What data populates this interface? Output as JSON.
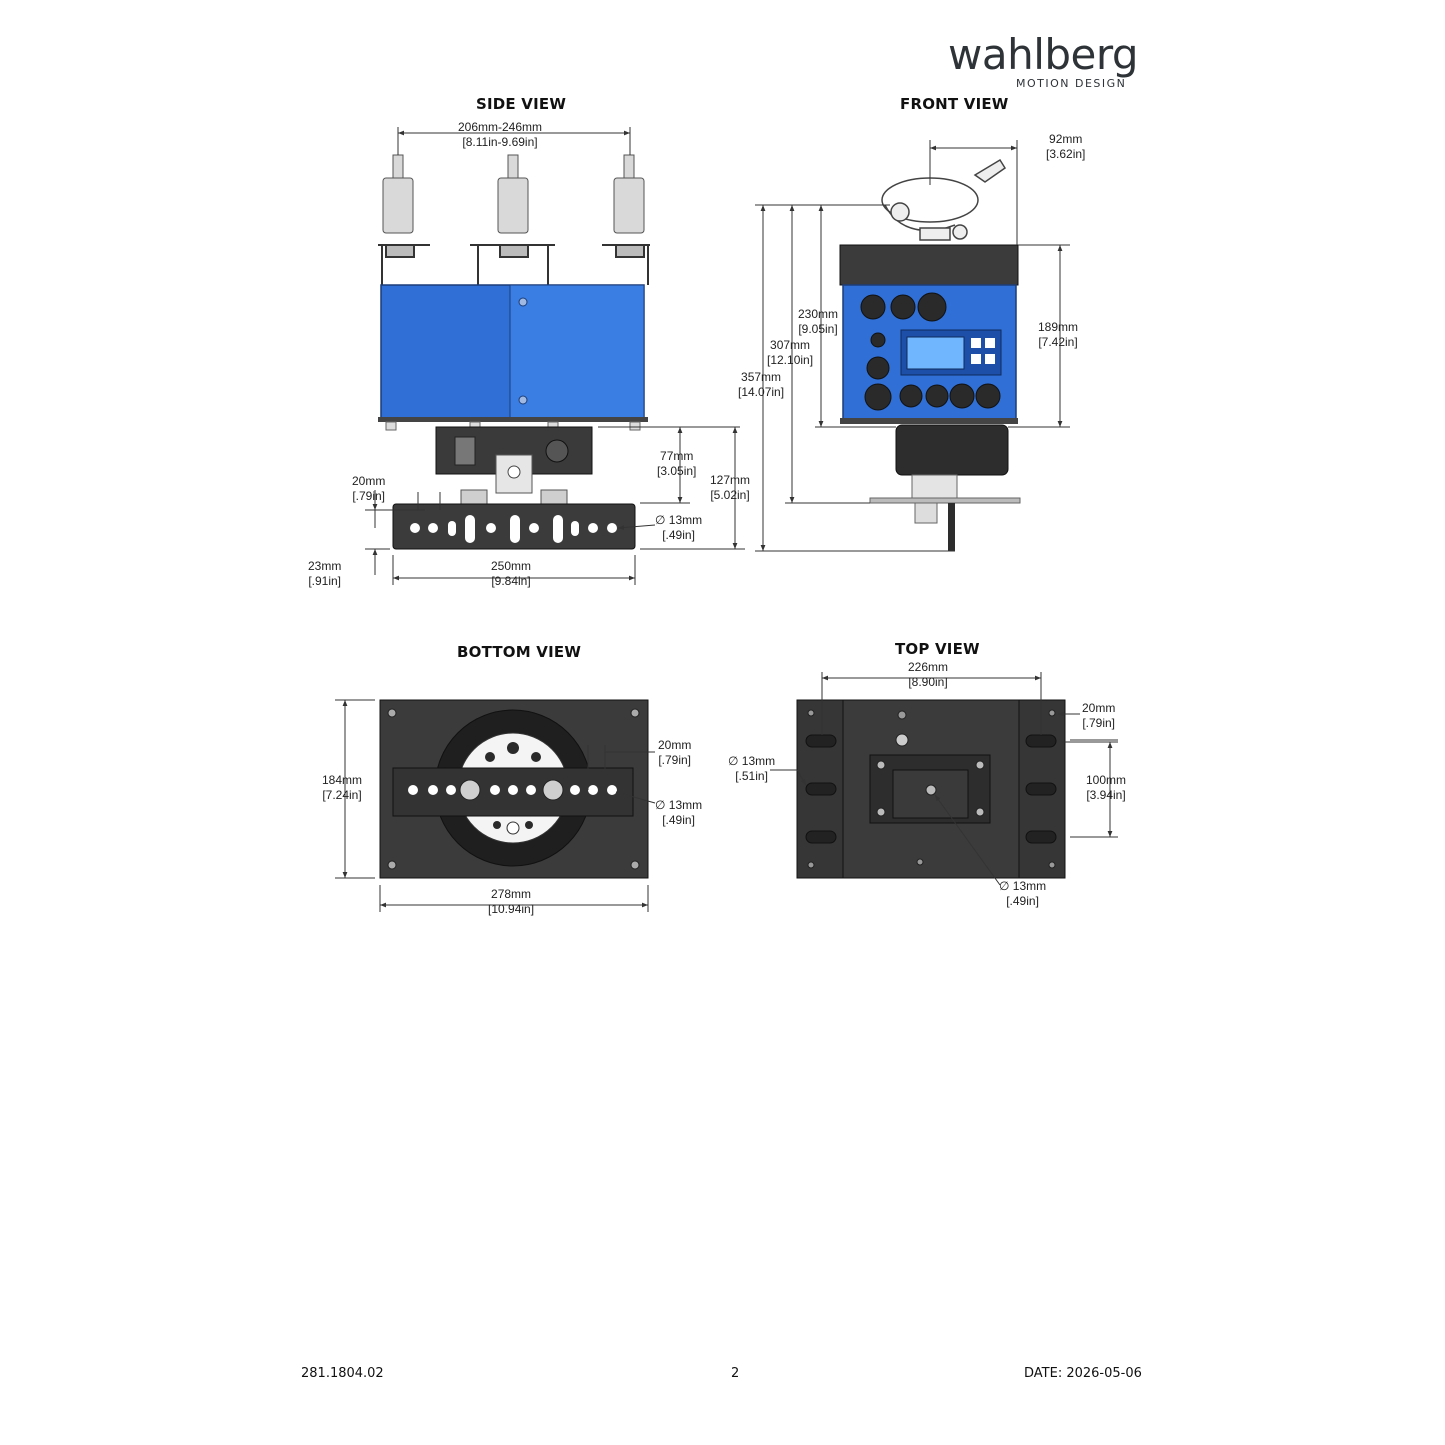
{
  "brand": {
    "name": "wahlberg",
    "tagline": "MOTION DESIGN",
    "accent": "#1e6fc8"
  },
  "views": {
    "side": "SIDE VIEW",
    "front": "FRONT VIEW",
    "bottom": "BOTTOM VIEW",
    "top": "TOP VIEW"
  },
  "dims": {
    "side_width_mm": "206mm-246mm",
    "side_width_in": "[8.11in-9.69in]",
    "side_77_mm": "77mm",
    "side_77_in": "[3.05in]",
    "side_127_mm": "127mm",
    "side_127_in": "[5.02in]",
    "side_20_mm": "20mm",
    "side_20_in": "[.79in]",
    "side_hole_mm": "∅ 13mm",
    "side_hole_in": "[.49in]",
    "side_23_mm": "23mm",
    "side_23_in": "[.91in]",
    "side_250_mm": "250mm",
    "side_250_in": "[9.84in]",
    "front_92_mm": "92mm",
    "front_92_in": "[3.62in]",
    "front_230_mm": "230mm",
    "front_230_in": "[9.05in]",
    "front_307_mm": "307mm",
    "front_307_in": "[12.10in]",
    "front_357_mm": "357mm",
    "front_357_in": "[14.07in]",
    "front_189_mm": "189mm",
    "front_189_in": "[7.42in]",
    "bottom_184_mm": "184mm",
    "bottom_184_in": "[7.24in]",
    "bottom_20_mm": "20mm",
    "bottom_20_in": "[.79in]",
    "bottom_hole_mm": "∅ 13mm",
    "bottom_hole_in": "[.49in]",
    "bottom_278_mm": "278mm",
    "bottom_278_in": "[10.94in]",
    "top_226_mm": "226mm",
    "top_226_in": "[8.90in]",
    "top_20_mm": "20mm",
    "top_20_in": "[.79in]",
    "top_hole_left_mm": "∅ 13mm",
    "top_hole_left_in": "[.51in]",
    "top_100_mm": "100mm",
    "top_100_in": "[3.94in]",
    "top_hole_mm": "∅ 13mm",
    "top_hole_in": "[.49in]"
  },
  "footer": {
    "doc_number": "281.1804.02",
    "page": "2",
    "date": "DATE: 2026-05-06"
  }
}
